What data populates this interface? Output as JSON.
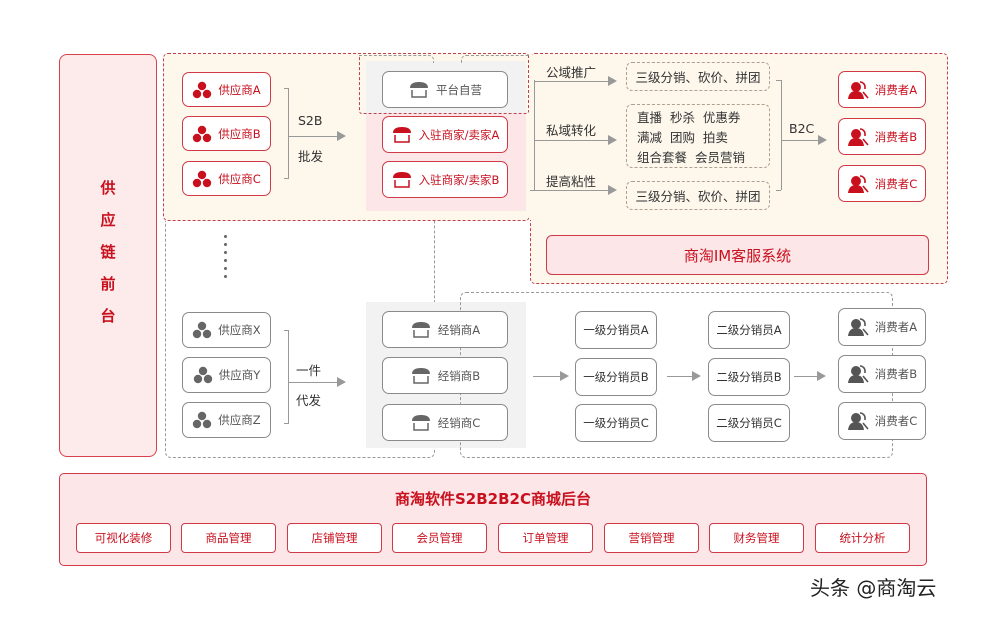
{
  "colors": {
    "accent_red": "#c8101e",
    "border_red": "#d03a46",
    "gray": "#555555",
    "cream_bg": "#fdf7ec",
    "pink_bg": "#fde6e8"
  },
  "left_panel": {
    "chars": [
      "供",
      "应",
      "链",
      "前",
      "台"
    ]
  },
  "s2b_flow": {
    "suppliers": [
      {
        "label": "供应商A",
        "icon": "hexagon-cluster-icon"
      },
      {
        "label": "供应商B",
        "icon": "hexagon-cluster-icon"
      },
      {
        "label": "供应商C",
        "icon": "hexagon-cluster-icon"
      }
    ],
    "arrow_label_top": "S2B",
    "arrow_label_bottom": "批发",
    "platform_self": {
      "label": "平台自营",
      "icon": "storefront-icon"
    },
    "merchants": [
      {
        "label": "入驻商家/卖家A",
        "icon": "storefront-icon"
      },
      {
        "label": "入驻商家/卖家B",
        "icon": "storefront-icon"
      }
    ],
    "channels": [
      {
        "label": "公域推广",
        "content": [
          "三级分销、砍价、拼团"
        ]
      },
      {
        "label": "私域转化",
        "content": [
          "直播  秒杀  优惠券",
          "满减  团购  拍卖",
          "组合套餐  会员营销"
        ]
      },
      {
        "label": "提高粘性",
        "content": [
          "三级分销、砍价、拼团"
        ]
      }
    ],
    "b2c_label": "B2C",
    "consumers": [
      {
        "label": "消费者A",
        "icon": "users-icon"
      },
      {
        "label": "消费者B",
        "icon": "users-icon"
      },
      {
        "label": "消费者C",
        "icon": "users-icon"
      }
    ],
    "im_system": "商淘IM客服系统"
  },
  "dropship_flow": {
    "suppliers": [
      {
        "label": "供应商X",
        "icon": "hexagon-cluster-icon"
      },
      {
        "label": "供应商Y",
        "icon": "hexagon-cluster-icon"
      },
      {
        "label": "供应商Z",
        "icon": "hexagon-cluster-icon"
      }
    ],
    "arrow_label_top": "一件",
    "arrow_label_bottom": "代发",
    "dealers": [
      {
        "label": "经销商A",
        "icon": "storefront-icon"
      },
      {
        "label": "经销商B",
        "icon": "storefront-icon"
      },
      {
        "label": "经销商C",
        "icon": "storefront-icon"
      }
    ],
    "level1": [
      "一级分销员A",
      "一级分销员B",
      "一级分销员C"
    ],
    "level2": [
      "二级分销员A",
      "二级分销员B",
      "二级分销员C"
    ],
    "consumers": [
      {
        "label": "消费者A",
        "icon": "users-icon"
      },
      {
        "label": "消费者B",
        "icon": "users-icon"
      },
      {
        "label": "消费者C",
        "icon": "users-icon"
      }
    ]
  },
  "backend": {
    "title": "商淘软件S2B2B2C商城后台",
    "modules": [
      "可视化装修",
      "商品管理",
      "店铺管理",
      "会员管理",
      "订单管理",
      "营销管理",
      "财务管理",
      "统计分析"
    ]
  },
  "watermark": "头条 @商淘云"
}
